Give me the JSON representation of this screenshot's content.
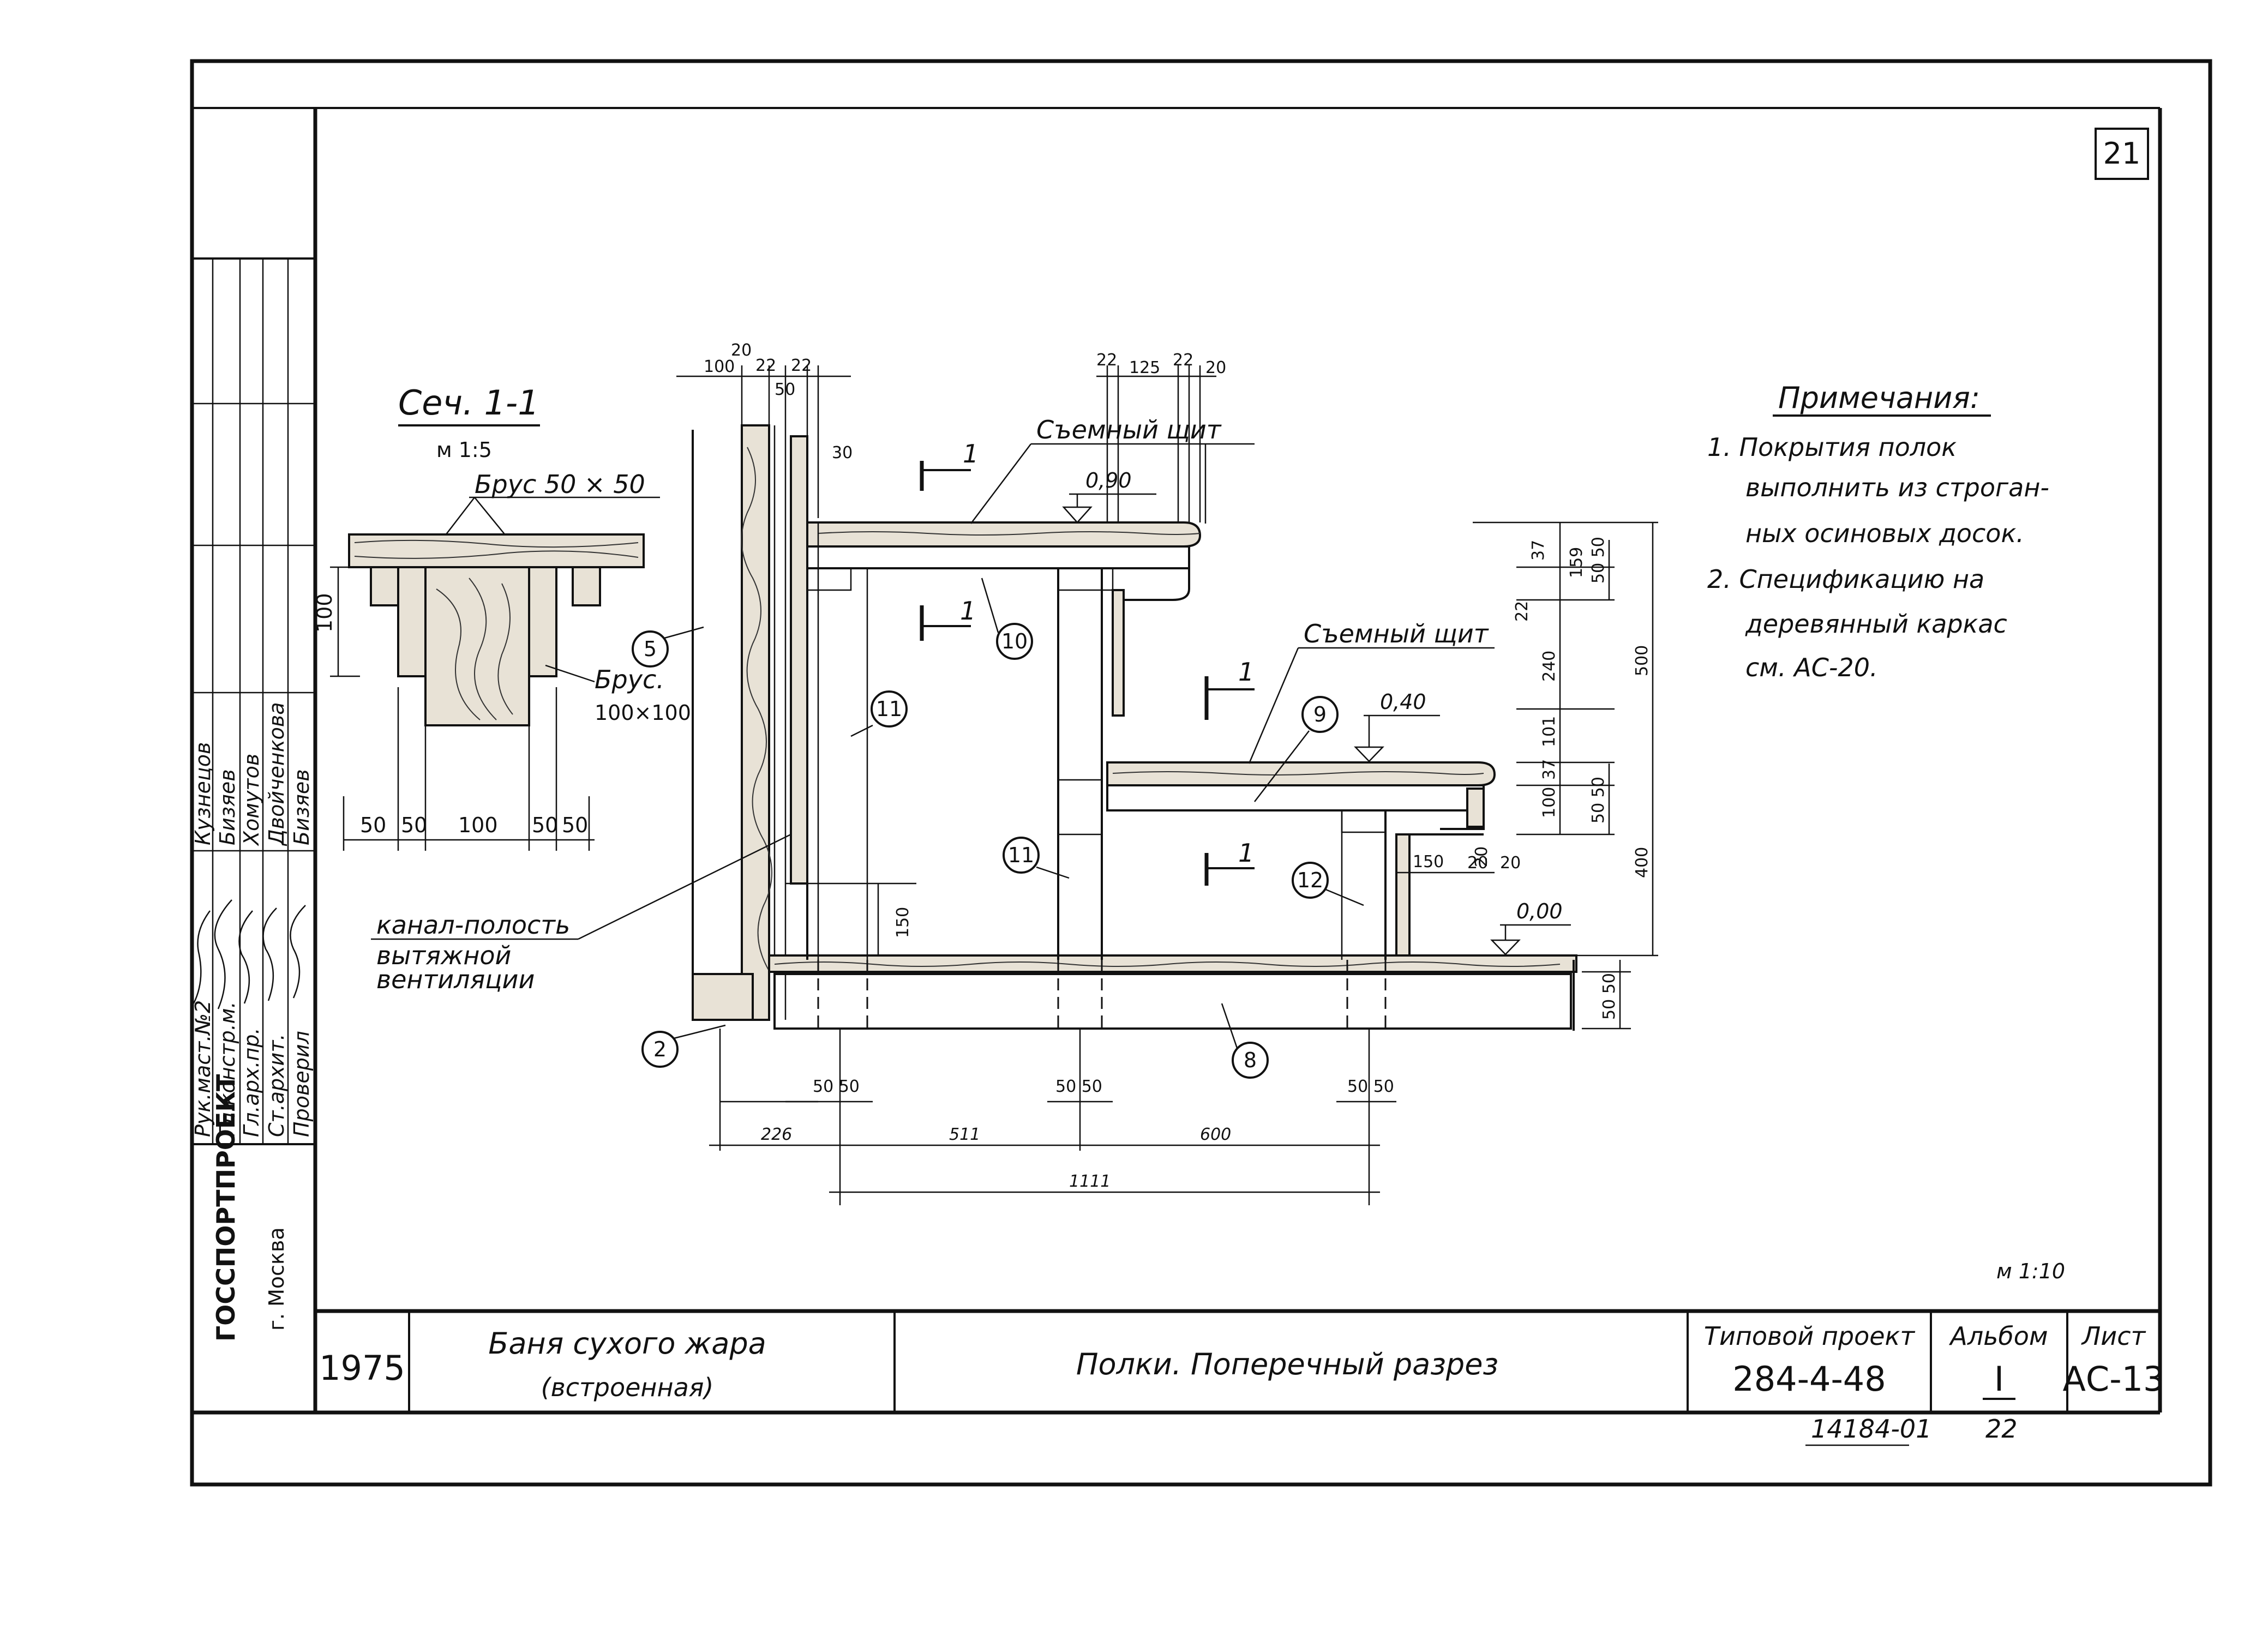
{
  "sheet_number": "21",
  "section": {
    "title": "Сеч. 1-1",
    "scale": "м 1:5",
    "label_beam_small": "Брус 50 × 50",
    "label_beam_large_1": "Брус.",
    "label_beam_large_2": "100×100",
    "dim_height": "100",
    "dims_bottom": [
      "50",
      "50",
      "100",
      "50",
      "50"
    ]
  },
  "main": {
    "label_removable_1": "Съемный щит",
    "label_removable_2": "Съемный щит",
    "label_channel_1": "канал-полость",
    "label_channel_2": "вытяжной",
    "label_channel_3": "вентиляции",
    "level_top": "0,90",
    "level_mid": "0,40",
    "level_floor": "0,00",
    "cut_mark": "1",
    "callouts": [
      "2",
      "5",
      "8",
      "9",
      "10",
      "11",
      "11",
      "12"
    ],
    "dims_top_left": [
      "100",
      "20",
      "22",
      "22",
      "50",
      "30"
    ],
    "dims_top_right": [
      "22",
      "125",
      "22",
      "20"
    ],
    "dims_right_a": [
      "37",
      "159",
      "22",
      "240",
      "101",
      "37",
      "100"
    ],
    "dims_right_b": [
      "50 50",
      "500",
      "50 50",
      "400",
      "50 50"
    ],
    "dims_lower_small": [
      "150",
      "150",
      "20",
      "20",
      "20"
    ],
    "dims_bottom_pairs": [
      "50 50",
      "50 50",
      "50 50"
    ],
    "dims_bottom": [
      "226",
      "511",
      "600"
    ],
    "dim_total": "1111",
    "scale": "м 1:10"
  },
  "notes": {
    "title": "Примечания:",
    "lines": [
      "1. Покрытия полок",
      "выполнить из строган-",
      "ных осиновых досок.",
      "2. Спецификацию на",
      "деревянный каркас",
      "см. АС-20."
    ]
  },
  "side_stamp": {
    "org": "ГОССПОРТПРОЕКТ",
    "city": "г. Москва",
    "roles": [
      "Рук.маст.№2",
      "Гл.констр.м.",
      "Гл.арх.пр.",
      "Ст.архит.",
      "Проверил"
    ],
    "names": [
      "Кузнецов",
      "Бизяев",
      "Хомутов",
      "Двойченкова",
      "Бизяев"
    ]
  },
  "title_block": {
    "year": "1975",
    "object_line1": "Баня сухого жара",
    "object_line2": "(встроенная)",
    "drawing_title": "Полки. Поперечный разрез",
    "project_label": "Типовой проект",
    "project_number": "284-4-48",
    "album_label": "Альбом",
    "album_value": "I",
    "sheet_label": "Лист",
    "sheet_value": "АС-13"
  },
  "footer": {
    "inventory": "14184-01",
    "page": "22"
  }
}
